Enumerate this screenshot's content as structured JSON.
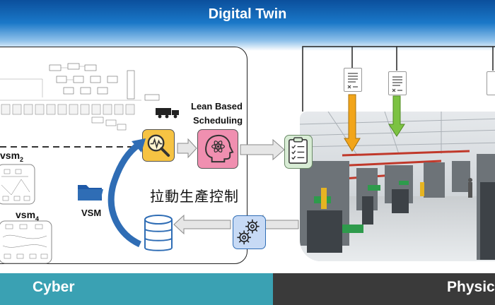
{
  "title": "Digital Twin",
  "cyber_label": "Cyber",
  "physical_label": "Physic",
  "vsm2_label": "vsm",
  "vsm2_sub": "2",
  "vsm4_label": "vsm",
  "vsm4_sub": "4",
  "vsm_folder_label": "VSM",
  "lean_label_line1": "Lean Based",
  "lean_label_line2": "Scheduling",
  "pull_control_label": "拉動生產控制",
  "colors": {
    "top_band": "#1a78c8",
    "cyber_band": "#3aa1b3",
    "physical_band": "#3a3a3a",
    "analytics_icon": "#f6c343",
    "brain_icon": "#f08fb0",
    "checklist_icon": "#d8ecd5",
    "gear_icon": "#c7daf5",
    "down_arrow_orange": "#f2a51a",
    "down_arrow_green": "#7cc242",
    "cycle_arrow": "#2f6db5"
  },
  "icons": [
    "folder-icon",
    "analytics-icon",
    "brain-icon",
    "clipboard-checklist-icon",
    "gears-icon",
    "database-icon",
    "document-icon",
    "truck-icon"
  ]
}
